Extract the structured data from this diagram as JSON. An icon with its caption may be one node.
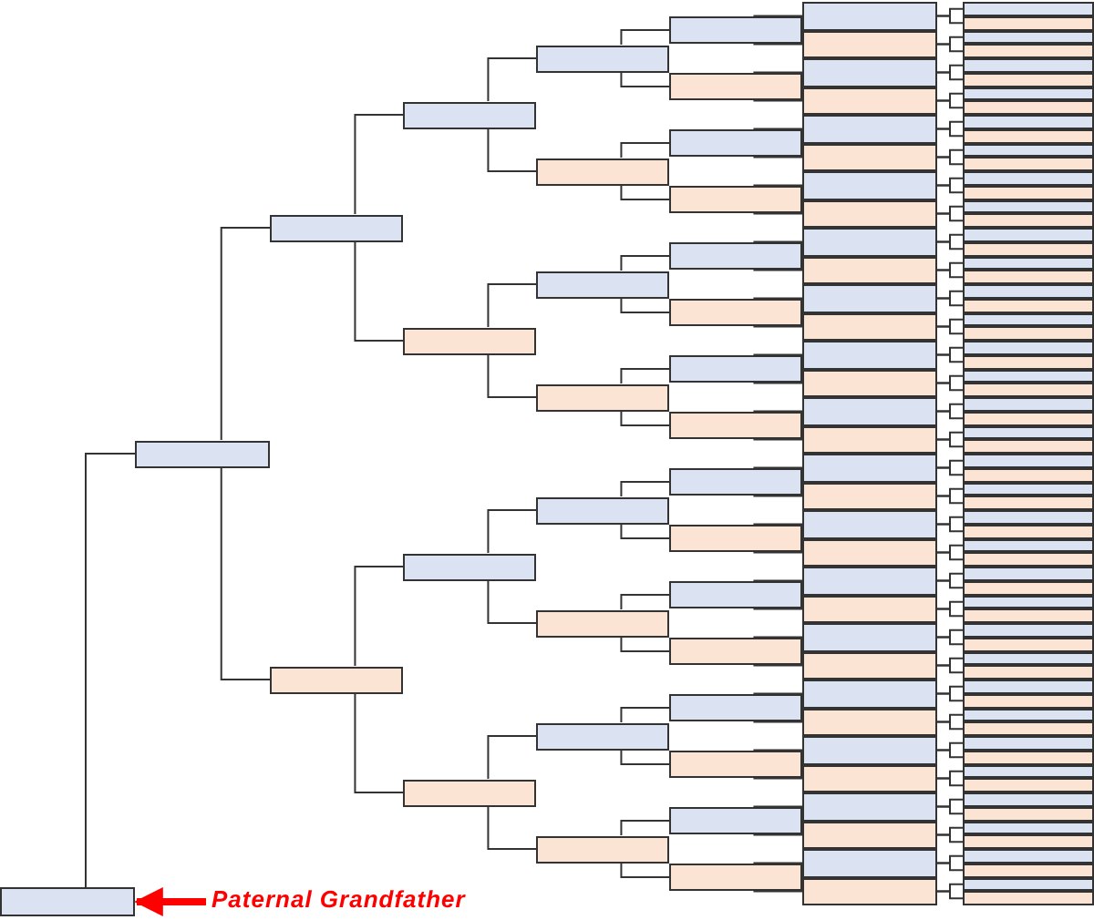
{
  "diagram": {
    "nodes": [
      {
        "text": [],
        "shape": "box"
      },
      {
        "text": [],
        "shape": "box"
      },
      {
        "text": [],
        "shape": "box"
      },
      {
        "text": [],
        "shape": "box"
      },
      {
        "text": [],
        "shape": "box"
      },
      {
        "text": [],
        "shape": "box"
      },
      {
        "text": [],
        "shape": "box"
      },
      {
        "text": [],
        "shape": "box"
      },
      {
        "text": [],
        "shape": "box"
      },
      {
        "text": [],
        "shape": "box"
      },
      {
        "text": [],
        "shape": "box"
      },
      {
        "text": [],
        "shape": "box"
      },
      {
        "text": [],
        "shape": "box"
      },
      {
        "text": [],
        "shape": "box"
      },
      {
        "text": [],
        "shape": "box"
      },
      {
        "text": [],
        "shape": "box"
      },
      {
        "text": [],
        "shape": "box"
      },
      {
        "text": [],
        "shape": "box"
      },
      {
        "text": [],
        "shape": "box"
      },
      {
        "text": [],
        "shape": "box"
      },
      {
        "text": [],
        "shape": "box"
      },
      {
        "text": [],
        "shape": "box"
      },
      {
        "text": [],
        "shape": "box"
      },
      {
        "text": [],
        "shape": "box"
      },
      {
        "text": [],
        "shape": "box"
      },
      {
        "text": [],
        "shape": "box"
      },
      {
        "text": [],
        "shape": "box"
      },
      {
        "text": [],
        "shape": "box"
      },
      {
        "text": [],
        "shape": "box"
      },
      {
        "text": [],
        "shape": "box"
      },
      {
        "text": [],
        "shape": "box"
      },
      {
        "text": [],
        "shape": "box"
      },
      {
        "text": [],
        "shape": "box"
      },
      {
        "text": [],
        "shape": "box"
      },
      {
        "text": [],
        "shape": "box"
      },
      {
        "text": [],
        "shape": "box"
      },
      {
        "text": [],
        "shape": "box"
      },
      {
        "text": [],
        "shape": "box"
      },
      {
        "text": [],
        "shape": "box"
      },
      {
        "text": [],
        "shape": "box"
      },
      {
        "text": [],
        "shape": "box"
      },
      {
        "text": [],
        "shape": "box"
      },
      {
        "text": [],
        "shape": "box"
      },
      {
        "text": [],
        "shape": "box"
      },
      {
        "text": [],
        "shape": "box"
      },
      {
        "text": [],
        "shape": "box"
      },
      {
        "text": [],
        "shape": "box"
      },
      {
        "text": [],
        "shape": "box"
      },
      {
        "text": [],
        "shape": "box"
      },
      {
        "text": [],
        "shape": "box"
      },
      {
        "text": [],
        "shape": "box"
      },
      {
        "text": [],
        "shape": "box"
      },
      {
        "text": [],
        "shape": "box"
      },
      {
        "text": [],
        "shape": "box"
      },
      {
        "text": [],
        "shape": "box"
      },
      {
        "text": [],
        "shape": "box"
      },
      {
        "text": [],
        "shape": "box"
      },
      {
        "text": [],
        "shape": "box"
      },
      {
        "text": [],
        "shape": "box"
      },
      {
        "text": [],
        "shape": "box"
      },
      {
        "text": [],
        "shape": "box"
      },
      {
        "text": [],
        "shape": "box"
      },
      {
        "text": [],
        "shape": "box"
      },
      {
        "text": [],
        "shape": "box"
      },
      {
        "text": [],
        "shape": "box"
      },
      {
        "text": [],
        "shape": "box"
      },
      {
        "text": [],
        "shape": "box"
      },
      {
        "text": [],
        "shape": "box"
      },
      {
        "text": [],
        "shape": "box"
      },
      {
        "text": [],
        "shape": "box"
      },
      {
        "text": [],
        "shape": "box"
      },
      {
        "text": [],
        "shape": "box"
      },
      {
        "text": [],
        "shape": "box"
      },
      {
        "text": [],
        "shape": "box"
      },
      {
        "text": [],
        "shape": "box"
      },
      {
        "text": [],
        "shape": "box"
      },
      {
        "text": [],
        "shape": "box"
      },
      {
        "text": [],
        "shape": "box"
      },
      {
        "text": [],
        "shape": "box"
      },
      {
        "text": [],
        "shape": "box"
      },
      {
        "text": [],
        "shape": "box"
      },
      {
        "text": [],
        "shape": "box"
      },
      {
        "text": [],
        "shape": "box"
      },
      {
        "text": [],
        "shape": "box"
      },
      {
        "text": [],
        "shape": "box"
      },
      {
        "text": [],
        "shape": "box"
      },
      {
        "text": [],
        "shape": "box"
      },
      {
        "text": [],
        "shape": "box"
      },
      {
        "text": [],
        "shape": "box"
      },
      {
        "text": [],
        "shape": "box"
      },
      {
        "text": [],
        "shape": "box"
      },
      {
        "text": [],
        "shape": "box"
      },
      {
        "text": [],
        "shape": "box"
      },
      {
        "text": [],
        "shape": "box"
      },
      {
        "text": [],
        "shape": "box"
      },
      {
        "text": [],
        "shape": "box"
      },
      {
        "text": [],
        "shape": "box"
      },
      {
        "text": [],
        "shape": "box"
      },
      {
        "text": [],
        "shape": "box"
      },
      {
        "text": [],
        "shape": "box"
      },
      {
        "text": [],
        "shape": "box"
      },
      {
        "text": [],
        "shape": "box"
      },
      {
        "text": [],
        "shape": "box"
      },
      {
        "text": [],
        "shape": "box"
      },
      {
        "text": [],
        "shape": "box"
      },
      {
        "text": [],
        "shape": "box"
      },
      {
        "text": [],
        "shape": "box"
      },
      {
        "text": [],
        "shape": "box"
      },
      {
        "text": [],
        "shape": "box"
      },
      {
        "text": [],
        "shape": "box"
      },
      {
        "text": [],
        "shape": "box"
      },
      {
        "text": [],
        "shape": "box"
      },
      {
        "text": [],
        "shape": "box"
      },
      {
        "text": [],
        "shape": "box"
      },
      {
        "text": [],
        "shape": "box"
      },
      {
        "text": [],
        "shape": "box"
      },
      {
        "text": [],
        "shape": "box"
      },
      {
        "text": [],
        "shape": "box"
      },
      {
        "text": [],
        "shape": "box"
      },
      {
        "text": [],
        "shape": "box"
      },
      {
        "text": [],
        "shape": "box"
      },
      {
        "text": [],
        "shape": "box"
      },
      {
        "text": [],
        "shape": "box"
      },
      {
        "text": [],
        "shape": "box"
      },
      {
        "text": [],
        "shape": "box"
      },
      {
        "text": [],
        "shape": "box"
      },
      {
        "text": [],
        "shape": "box"
      },
      {
        "text": [],
        "shape": "box"
      },
      {
        "text": [
          "Paternal Grandfather"
        ]
      }
    ],
    "edges": [
      {
        "from": 0,
        "to": 1,
        "arrow": "none"
      },
      {
        "from": 1,
        "to": 2,
        "arrow": "none"
      },
      {
        "from": 1,
        "to": 3,
        "arrow": "none"
      },
      {
        "from": 2,
        "to": 4,
        "arrow": "none"
      },
      {
        "from": 2,
        "to": 5,
        "arrow": "none"
      },
      {
        "from": 3,
        "to": 6,
        "arrow": "none"
      },
      {
        "from": 3,
        "to": 7,
        "arrow": "none"
      },
      {
        "from": 4,
        "to": 8,
        "arrow": "none"
      },
      {
        "from": 4,
        "to": 9,
        "arrow": "none"
      },
      {
        "from": 5,
        "to": 10,
        "arrow": "none"
      },
      {
        "from": 5,
        "to": 11,
        "arrow": "none"
      },
      {
        "from": 6,
        "to": 12,
        "arrow": "none"
      },
      {
        "from": 6,
        "to": 13,
        "arrow": "none"
      },
      {
        "from": 7,
        "to": 14,
        "arrow": "none"
      },
      {
        "from": 7,
        "to": 15,
        "arrow": "none"
      },
      {
        "from": 8,
        "to": 16,
        "arrow": "none"
      },
      {
        "from": 8,
        "to": 17,
        "arrow": "none"
      },
      {
        "from": 9,
        "to": 18,
        "arrow": "none"
      },
      {
        "from": 9,
        "to": 19,
        "arrow": "none"
      },
      {
        "from": 10,
        "to": 20,
        "arrow": "none"
      },
      {
        "from": 10,
        "to": 21,
        "arrow": "none"
      },
      {
        "from": 11,
        "to": 22,
        "arrow": "none"
      },
      {
        "from": 11,
        "to": 23,
        "arrow": "none"
      },
      {
        "from": 12,
        "to": 24,
        "arrow": "none"
      },
      {
        "from": 12,
        "to": 25,
        "arrow": "none"
      },
      {
        "from": 13,
        "to": 26,
        "arrow": "none"
      },
      {
        "from": 13,
        "to": 27,
        "arrow": "none"
      },
      {
        "from": 14,
        "to": 28,
        "arrow": "none"
      },
      {
        "from": 14,
        "to": 29,
        "arrow": "none"
      },
      {
        "from": 15,
        "to": 30,
        "arrow": "none"
      },
      {
        "from": 15,
        "to": 31,
        "arrow": "none"
      },
      {
        "from": 16,
        "to": 32,
        "arrow": "none"
      },
      {
        "from": 16,
        "to": 33,
        "arrow": "none"
      },
      {
        "from": 17,
        "to": 34,
        "arrow": "none"
      },
      {
        "from": 17,
        "to": 35,
        "arrow": "none"
      },
      {
        "from": 18,
        "to": 36,
        "arrow": "none"
      },
      {
        "from": 18,
        "to": 37,
        "arrow": "none"
      },
      {
        "from": 19,
        "to": 38,
        "arrow": "none"
      },
      {
        "from": 19,
        "to": 39,
        "arrow": "none"
      },
      {
        "from": 20,
        "to": 40,
        "arrow": "none"
      },
      {
        "from": 20,
        "to": 41,
        "arrow": "none"
      },
      {
        "from": 21,
        "to": 42,
        "arrow": "none"
      },
      {
        "from": 21,
        "to": 43,
        "arrow": "none"
      },
      {
        "from": 22,
        "to": 44,
        "arrow": "none"
      },
      {
        "from": 22,
        "to": 45,
        "arrow": "none"
      },
      {
        "from": 23,
        "to": 46,
        "arrow": "none"
      },
      {
        "from": 23,
        "to": 47,
        "arrow": "none"
      },
      {
        "from": 24,
        "to": 48,
        "arrow": "none"
      },
      {
        "from": 24,
        "to": 49,
        "arrow": "none"
      },
      {
        "from": 25,
        "to": 50,
        "arrow": "none"
      },
      {
        "from": 25,
        "to": 51,
        "arrow": "none"
      },
      {
        "from": 26,
        "to": 52,
        "arrow": "none"
      },
      {
        "from": 26,
        "to": 53,
        "arrow": "none"
      },
      {
        "from": 27,
        "to": 54,
        "arrow": "none"
      },
      {
        "from": 27,
        "to": 55,
        "arrow": "none"
      },
      {
        "from": 28,
        "to": 56,
        "arrow": "none"
      },
      {
        "from": 28,
        "to": 57,
        "arrow": "none"
      },
      {
        "from": 29,
        "to": 58,
        "arrow": "none"
      },
      {
        "from": 29,
        "to": 59,
        "arrow": "none"
      },
      {
        "from": 30,
        "to": 60,
        "arrow": "none"
      },
      {
        "from": 30,
        "to": 61,
        "arrow": "none"
      },
      {
        "from": 31,
        "to": 62,
        "arrow": "none"
      },
      {
        "from": 31,
        "to": 63,
        "arrow": "none"
      },
      {
        "from": 32,
        "to": 64,
        "arrow": "none"
      },
      {
        "from": 32,
        "to": 65,
        "arrow": "none"
      },
      {
        "from": 33,
        "to": 66,
        "arrow": "none"
      },
      {
        "from": 33,
        "to": 67,
        "arrow": "none"
      },
      {
        "from": 34,
        "to": 68,
        "arrow": "none"
      },
      {
        "from": 34,
        "to": 69,
        "arrow": "none"
      },
      {
        "from": 35,
        "to": 70,
        "arrow": "none"
      },
      {
        "from": 35,
        "to": 71,
        "arrow": "none"
      },
      {
        "from": 36,
        "to": 72,
        "arrow": "none"
      },
      {
        "from": 36,
        "to": 73,
        "arrow": "none"
      },
      {
        "from": 37,
        "to": 74,
        "arrow": "none"
      },
      {
        "from": 37,
        "to": 75,
        "arrow": "none"
      },
      {
        "from": 38,
        "to": 76,
        "arrow": "none"
      },
      {
        "from": 38,
        "to": 77,
        "arrow": "none"
      },
      {
        "from": 39,
        "to": 78,
        "arrow": "none"
      },
      {
        "from": 39,
        "to": 79,
        "arrow": "none"
      },
      {
        "from": 40,
        "to": 80,
        "arrow": "none"
      },
      {
        "from": 40,
        "to": 81,
        "arrow": "none"
      },
      {
        "from": 41,
        "to": 82,
        "arrow": "none"
      },
      {
        "from": 41,
        "to": 83,
        "arrow": "none"
      },
      {
        "from": 42,
        "to": 84,
        "arrow": "none"
      },
      {
        "from": 42,
        "to": 85,
        "arrow": "none"
      },
      {
        "from": 43,
        "to": 86,
        "arrow": "none"
      },
      {
        "from": 43,
        "to": 87,
        "arrow": "none"
      },
      {
        "from": 44,
        "to": 88,
        "arrow": "none"
      },
      {
        "from": 44,
        "to": 89,
        "arrow": "none"
      },
      {
        "from": 45,
        "to": 90,
        "arrow": "none"
      },
      {
        "from": 45,
        "to": 91,
        "arrow": "none"
      },
      {
        "from": 46,
        "to": 92,
        "arrow": "none"
      },
      {
        "from": 46,
        "to": 93,
        "arrow": "none"
      },
      {
        "from": 47,
        "to": 94,
        "arrow": "none"
      },
      {
        "from": 47,
        "to": 95,
        "arrow": "none"
      },
      {
        "from": 48,
        "to": 96,
        "arrow": "none"
      },
      {
        "from": 48,
        "to": 97,
        "arrow": "none"
      },
      {
        "from": 49,
        "to": 98,
        "arrow": "none"
      },
      {
        "from": 49,
        "to": 99,
        "arrow": "none"
      },
      {
        "from": 50,
        "to": 100,
        "arrow": "none"
      },
      {
        "from": 50,
        "to": 101,
        "arrow": "none"
      },
      {
        "from": 51,
        "to": 102,
        "arrow": "none"
      },
      {
        "from": 51,
        "to": 103,
        "arrow": "none"
      },
      {
        "from": 52,
        "to": 104,
        "arrow": "none"
      },
      {
        "from": 52,
        "to": 105,
        "arrow": "none"
      },
      {
        "from": 53,
        "to": 106,
        "arrow": "none"
      },
      {
        "from": 53,
        "to": 107,
        "arrow": "none"
      },
      {
        "from": 54,
        "to": 108,
        "arrow": "none"
      },
      {
        "from": 54,
        "to": 109,
        "arrow": "none"
      },
      {
        "from": 55,
        "to": 110,
        "arrow": "none"
      },
      {
        "from": 55,
        "to": 111,
        "arrow": "none"
      },
      {
        "from": 56,
        "to": 112,
        "arrow": "none"
      },
      {
        "from": 56,
        "to": 113,
        "arrow": "none"
      },
      {
        "from": 57,
        "to": 114,
        "arrow": "none"
      },
      {
        "from": 57,
        "to": 115,
        "arrow": "none"
      },
      {
        "from": 58,
        "to": 116,
        "arrow": "none"
      },
      {
        "from": 58,
        "to": 117,
        "arrow": "none"
      },
      {
        "from": 59,
        "to": 118,
        "arrow": "none"
      },
      {
        "from": 59,
        "to": 119,
        "arrow": "none"
      },
      {
        "from": 60,
        "to": 120,
        "arrow": "none"
      },
      {
        "from": 60,
        "to": 121,
        "arrow": "none"
      },
      {
        "from": 61,
        "to": 122,
        "arrow": "none"
      },
      {
        "from": 61,
        "to": 123,
        "arrow": "none"
      },
      {
        "from": 62,
        "to": 124,
        "arrow": "none"
      },
      {
        "from": 62,
        "to": 125,
        "arrow": "none"
      },
      {
        "from": 63,
        "to": 126,
        "arrow": "none"
      },
      {
        "from": 63,
        "to": 127,
        "arrow": "none"
      },
      {
        "from": 128,
        "to": 0,
        "arrow": "to",
        "style": "thick",
        "color": "#ff0000"
      }
    ]
  }
}
